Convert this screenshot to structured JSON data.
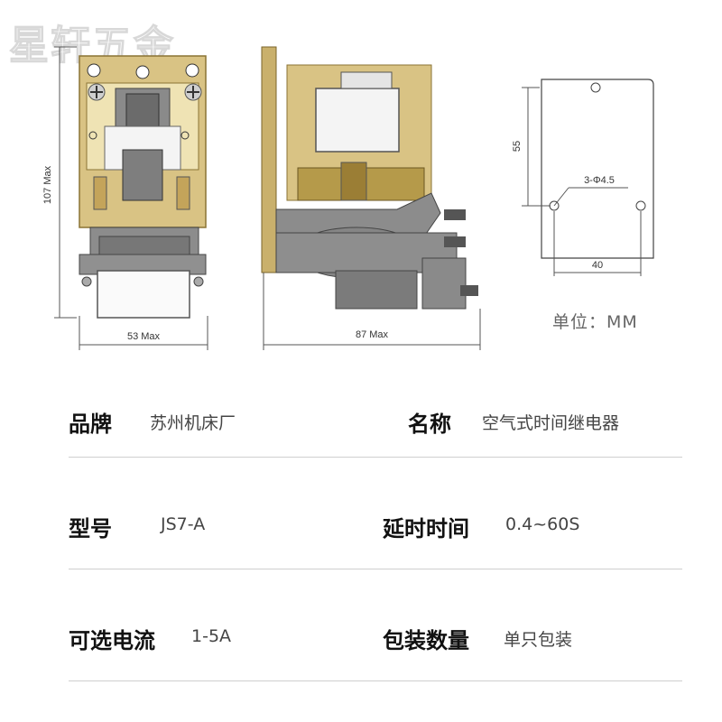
{
  "watermark": "星轩五金",
  "dimensions": {
    "front_width": "53 Max",
    "front_height": "107 Max",
    "side_width": "87 Max",
    "mount_height": "55",
    "mount_width": "40",
    "hole_spec": "3-Φ4.5"
  },
  "unit_label": "单位：MM",
  "specs": [
    {
      "label": "品牌",
      "value": "苏州机床厂"
    },
    {
      "label": "名称",
      "value": "空气式时间继电器"
    },
    {
      "label": "型号",
      "value": "JS7-A"
    },
    {
      "label": "延时时间",
      "value": "0.4~60S"
    },
    {
      "label": "可选电流",
      "value": "1-5A"
    },
    {
      "label": "包装数量",
      "value": "单只包装"
    }
  ],
  "colors": {
    "frame": "#d9c384",
    "frame_dark": "#b59a4a",
    "metal": "#7e7e7e",
    "coil": "#f2f2f2"
  }
}
